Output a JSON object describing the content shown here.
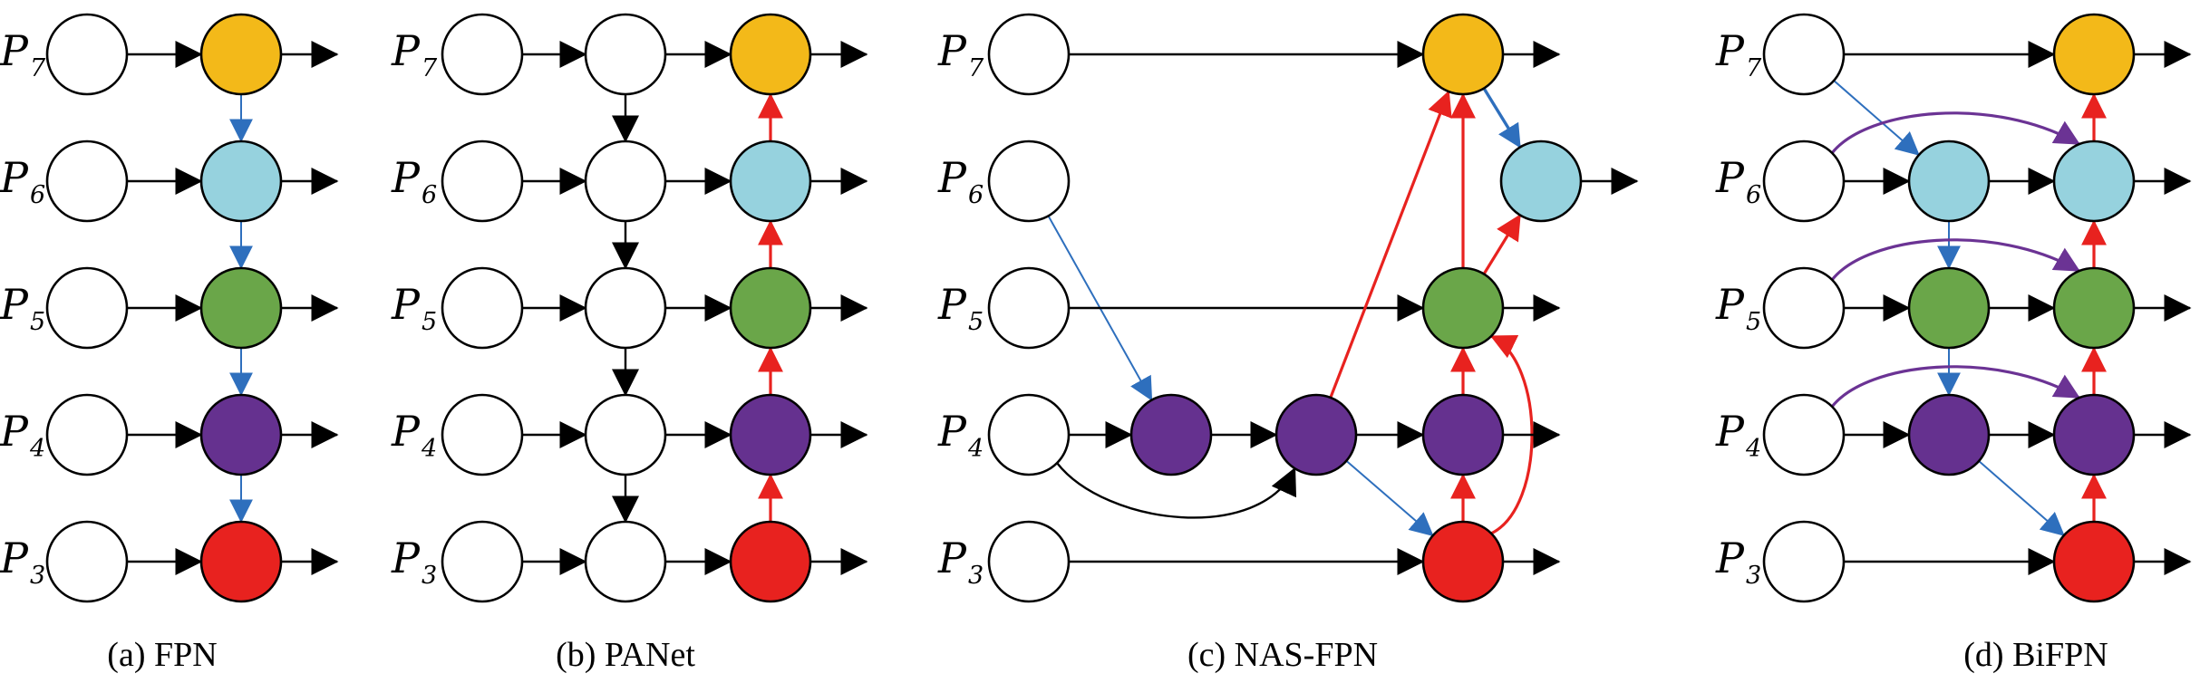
{
  "colors": {
    "empty": "#ffffff",
    "p7": "#f3b919",
    "p6": "#96d2de",
    "p5": "#6aa649",
    "p4": "#65318f",
    "p3": "#e8221f",
    "black_edge": "#000000",
    "blue_edge": "#2e6fbd",
    "red_edge": "#e8221f",
    "purple_edge": "#6b3394"
  },
  "panels": [
    {
      "id": "fpn",
      "caption": "(a) FPN",
      "levels": [
        {
          "base": "P",
          "sub": "7"
        },
        {
          "base": "P",
          "sub": "6"
        },
        {
          "base": "P",
          "sub": "5"
        },
        {
          "base": "P",
          "sub": "4"
        },
        {
          "base": "P",
          "sub": "3"
        }
      ]
    },
    {
      "id": "panet",
      "caption": "(b) PANet",
      "levels": [
        {
          "base": "P",
          "sub": "7"
        },
        {
          "base": "P",
          "sub": "6"
        },
        {
          "base": "P",
          "sub": "5"
        },
        {
          "base": "P",
          "sub": "4"
        },
        {
          "base": "P",
          "sub": "3"
        }
      ]
    },
    {
      "id": "nasfpn",
      "caption": "(c) NAS-FPN",
      "levels": [
        {
          "base": "P",
          "sub": "7"
        },
        {
          "base": "P",
          "sub": "6"
        },
        {
          "base": "P",
          "sub": "5"
        },
        {
          "base": "P",
          "sub": "4"
        },
        {
          "base": "P",
          "sub": "3"
        }
      ]
    },
    {
      "id": "bifpn",
      "caption": "(d) BiFPN",
      "levels": [
        {
          "base": "P",
          "sub": "7"
        },
        {
          "base": "P",
          "sub": "6"
        },
        {
          "base": "P",
          "sub": "5"
        },
        {
          "base": "P",
          "sub": "4"
        },
        {
          "base": "P",
          "sub": "3"
        }
      ]
    }
  ]
}
